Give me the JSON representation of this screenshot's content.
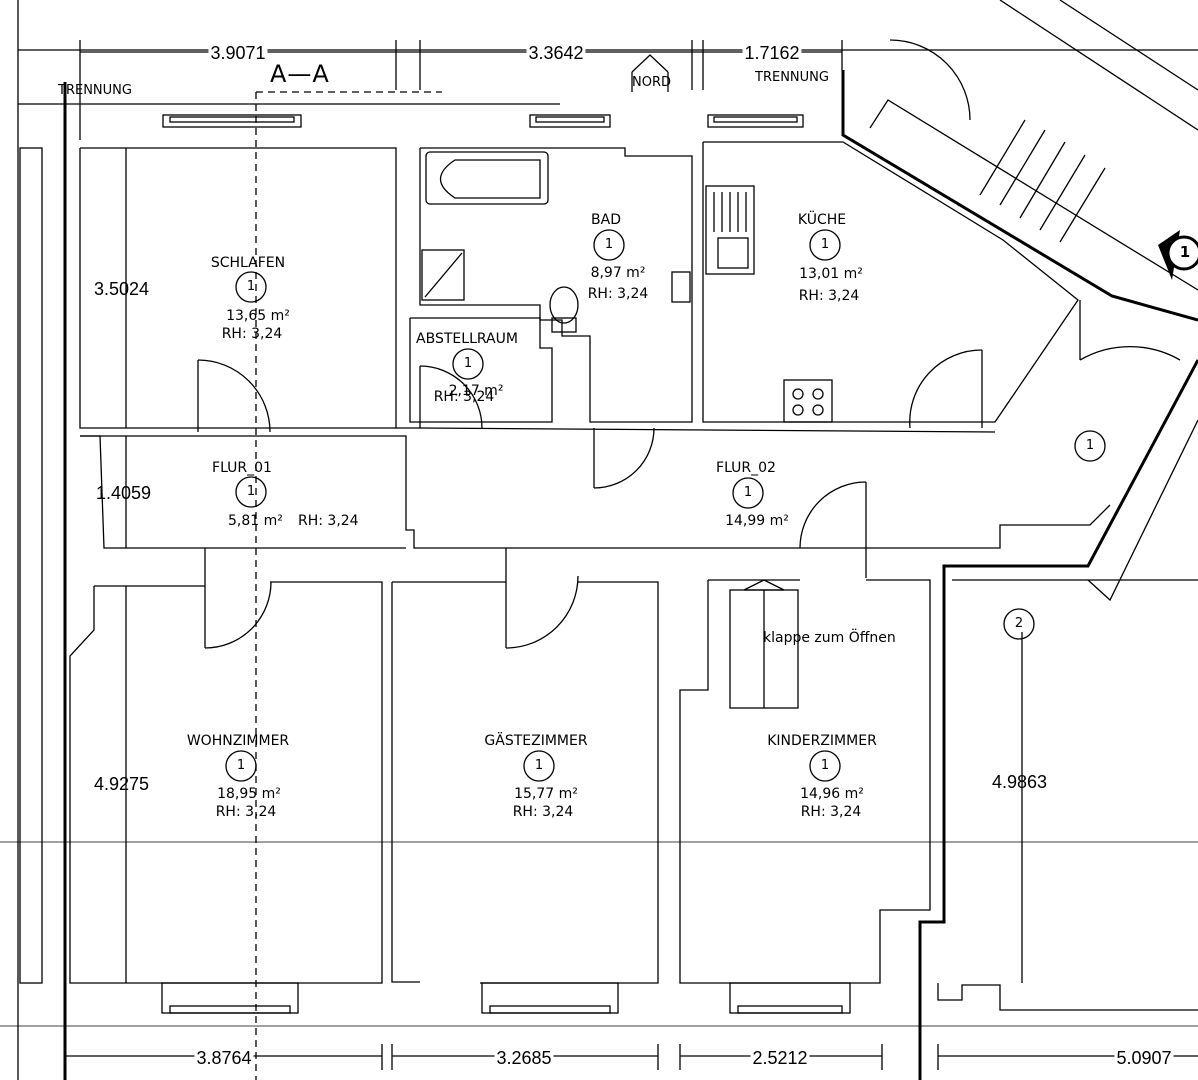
{
  "section_label": "A—A",
  "labels": {
    "trennung_left": "TRENNUNG",
    "trennung_right": "TRENNUNG",
    "nord": "NORD",
    "hatch_note": "klappe zum Öffnen"
  },
  "dimensions": {
    "top": [
      "3.9071",
      "3.3642",
      "1.7162"
    ],
    "bottom": [
      "3.8764",
      "3.2685",
      "2.5212",
      "5.0907"
    ],
    "left": [
      "3.5024",
      "1.4059",
      "4.9275"
    ],
    "right": [
      "4.9863"
    ]
  },
  "rooms": [
    {
      "name": "SCHLAFEN",
      "marker": "1",
      "area": "13,65  m²",
      "height": "RH: 3,24"
    },
    {
      "name": "BAD",
      "marker": "1",
      "area": "8,97  m²",
      "height": "RH: 3,24"
    },
    {
      "name": "KÜCHE",
      "marker": "1",
      "area": "13,01  m²",
      "height": "RH: 3,24"
    },
    {
      "name": "ABSTELLRAUM",
      "marker": "1",
      "area": "2,17  m²",
      "height": "RH: 3,24"
    },
    {
      "name": "FLUR_01",
      "marker": "1",
      "area": "5,81  m²",
      "height": "RH: 3,24"
    },
    {
      "name": "FLUR_02",
      "marker": "1",
      "area": "14,99  m²",
      "height": ""
    },
    {
      "name": "WOHNZIMMER",
      "marker": "1",
      "area": "18,95  m²",
      "height": "RH: 3,24"
    },
    {
      "name": "GÄSTEZIMMER",
      "marker": "1",
      "area": "15,77  m²",
      "height": "RH: 3,24"
    },
    {
      "name": "KINDERZIMMER",
      "marker": "1",
      "area": "14,96  m²",
      "height": "RH: 3,24"
    }
  ],
  "markers": {
    "stair_marker": "1",
    "stair_tag": "1",
    "right_room": "2"
  }
}
